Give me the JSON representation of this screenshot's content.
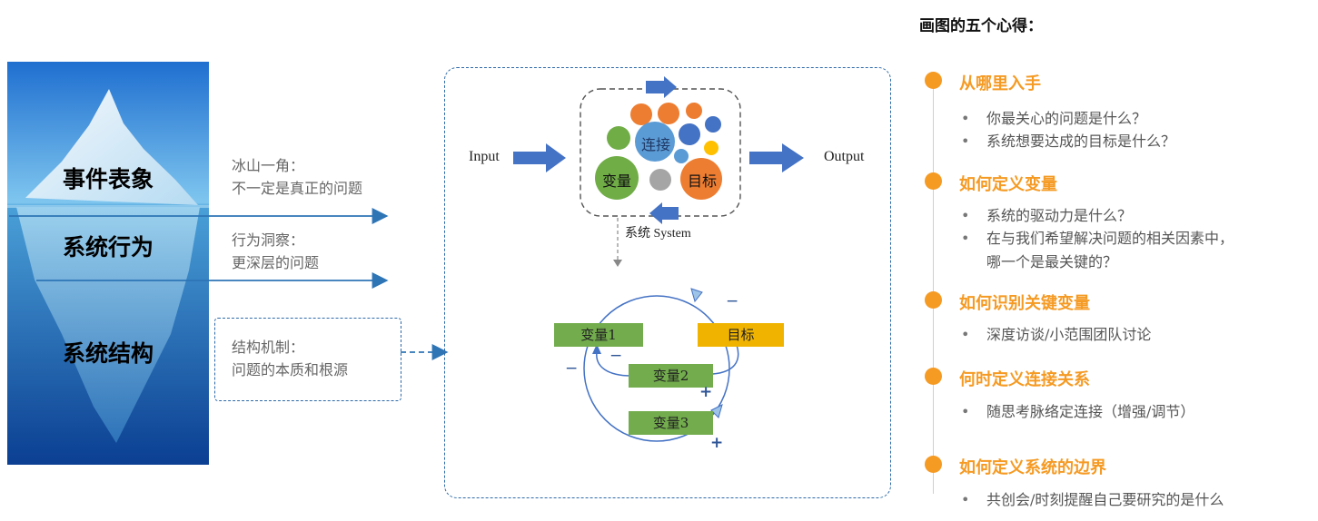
{
  "iceberg": {
    "level1": "事件表象",
    "level2": "系统行为",
    "level3": "系统结构"
  },
  "notes": {
    "n1_line1": "冰山一角：",
    "n1_line2": "不一定是真正的问题",
    "n2_line1": "行为洞察：",
    "n2_line2": "更深层的问题",
    "n3_line1": "结构机制：",
    "n3_line2": "问题的本质和根源"
  },
  "system": {
    "input": "Input",
    "output": "Output",
    "bubble_connect": "连接",
    "bubble_variable": "变量",
    "bubble_goal": "目标",
    "system_label": "系统 System"
  },
  "loop": {
    "var1": "变量1",
    "goal": "目标",
    "var2": "变量2",
    "var3": "变量3",
    "sign_minus": "−",
    "sign_plus": "+"
  },
  "tips": {
    "title": "画图的五个心得：",
    "sections": [
      {
        "heading": "从哪里入手",
        "items": [
          "你最关心的问题是什么？",
          "系统想要达成的目标是什么？"
        ]
      },
      {
        "heading": "如何定义变量",
        "items": [
          "系统的驱动力是什么？",
          "在与我们希望解决问题的相关因素中，"
        ],
        "continuation": "哪一个是最关键的？"
      },
      {
        "heading": "如何识别关键变量",
        "items": [
          "深度访谈/小范围团队讨论"
        ]
      },
      {
        "heading": "何时定义连接关系",
        "items": [
          "随思考脉络定连接（增强/调节）"
        ]
      },
      {
        "heading": "如何定义系统的边界",
        "items": [
          "共创会/时刻提醒自己要研究的是什么"
        ]
      }
    ],
    "bullet": "•"
  },
  "colors": {
    "accent_orange": "#f59a23",
    "arrow_blue": "#4472c4",
    "dash_blue": "#2e6aa8",
    "green": "#72ac4d",
    "yellow": "#f0b400"
  }
}
